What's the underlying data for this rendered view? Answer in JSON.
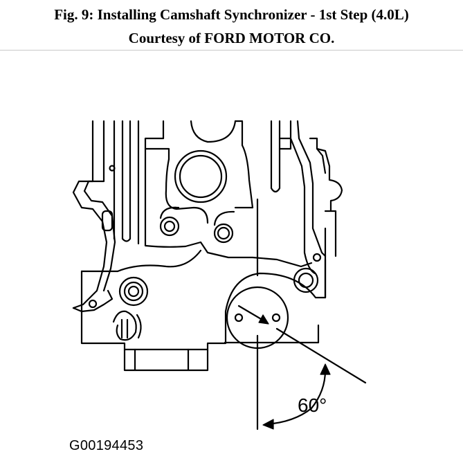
{
  "caption": {
    "title": "Fig. 9: Installing Camshaft Synchronizer - 1st Step (4.0L)",
    "courtesy": "Courtesy of FORD MOTOR CO."
  },
  "diagram": {
    "angle_label": "60°",
    "figure_id": "G00194453"
  }
}
